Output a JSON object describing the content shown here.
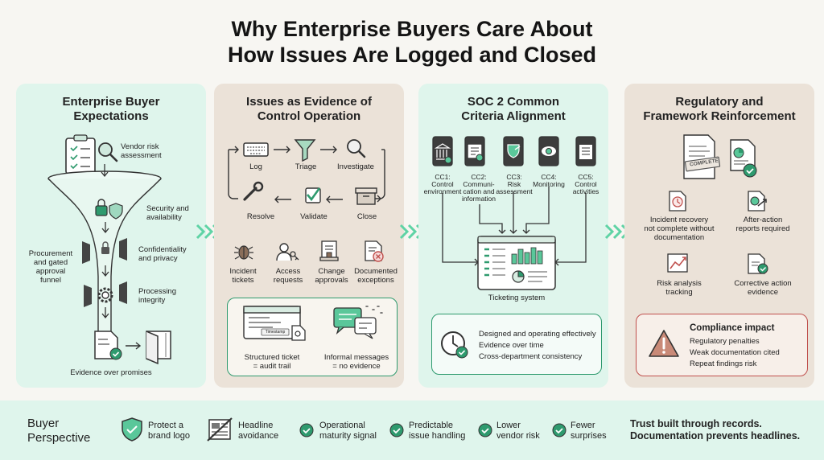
{
  "title": {
    "line1": "Why Enterprise Buyers Care About",
    "line2": "How Issues Are Logged and Closed"
  },
  "panel1": {
    "title_line1": "Enterprise Buyer",
    "title_line2": "Expectations",
    "vendor_risk": [
      "Vendor risk",
      "assessment"
    ],
    "security": [
      "Security and",
      "availability"
    ],
    "procurement": [
      "Procurement",
      "and gated",
      "approval",
      "funnel"
    ],
    "confidentiality": [
      "Confidentiality",
      "and privacy"
    ],
    "processing": [
      "Processing",
      "integrity"
    ],
    "evidence": "Evidence over promises"
  },
  "panel2": {
    "title_line1": "Issues as Evidence of",
    "title_line2": "Control Operation",
    "cycle": [
      "Log",
      "Triage",
      "Investigate",
      "Close",
      "Validate",
      "Resolve"
    ],
    "items": [
      [
        "Incident",
        "tickets"
      ],
      [
        "Access",
        "requests"
      ],
      [
        "Change",
        "approvals"
      ],
      [
        "Documented",
        "exceptions"
      ]
    ],
    "ticket_tag": "Timestamp",
    "structured": [
      "Structured ticket",
      "= audit trail"
    ],
    "informal": [
      "Informal messages",
      "= no evidence"
    ]
  },
  "panel3": {
    "title_line1": "SOC 2 Common",
    "title_line2": "Criteria Alignment",
    "criteria": [
      [
        "CC1:",
        "Control",
        "environment"
      ],
      [
        "CC2:",
        "Communi-",
        "cation and",
        "information"
      ],
      [
        "CC3:",
        "Risk",
        "assessment"
      ],
      [
        "CC4:",
        "Monitoring"
      ],
      [
        "CC5:",
        "Control",
        "activities"
      ]
    ],
    "system": "Ticketing system",
    "points": [
      "Designed and operating effectively",
      "Evidence over time",
      "Cross-department consistency"
    ]
  },
  "panel4": {
    "title_line1": "Regulatory and",
    "title_line2": "Framework Reinforcement",
    "stamp": "COMPLETE",
    "incident": [
      "Incident recovery",
      "not complete without",
      "documentation"
    ],
    "after_action": [
      "After-action",
      "reports required"
    ],
    "risk": [
      "Risk analysis",
      "tracking"
    ],
    "corrective": [
      "Corrective action",
      "evidence"
    ],
    "impact_title": "Compliance impact",
    "impacts": [
      "Regulatory penalties",
      "Weak documentation cited",
      "Repeat findings risk"
    ]
  },
  "footer": {
    "title": [
      "Buyer",
      "Perspective"
    ],
    "items": [
      [
        "Protect a",
        "brand logo"
      ],
      [
        "Headline",
        "avoidance"
      ],
      [
        "Operational",
        "maturity signal"
      ],
      [
        "Predictable",
        "issue handling"
      ],
      [
        "Lower",
        "vendor risk"
      ],
      [
        "Fewer",
        "surprises"
      ]
    ],
    "final": [
      "Trust built through records.",
      "Documentation prevents headlines."
    ]
  },
  "colors": {
    "green": "#2e9a6e",
    "dark": "#3a3a3a",
    "mint_panel": "#dff5ec",
    "beige_panel": "#ebe2d8",
    "alert": "#c0504d"
  }
}
